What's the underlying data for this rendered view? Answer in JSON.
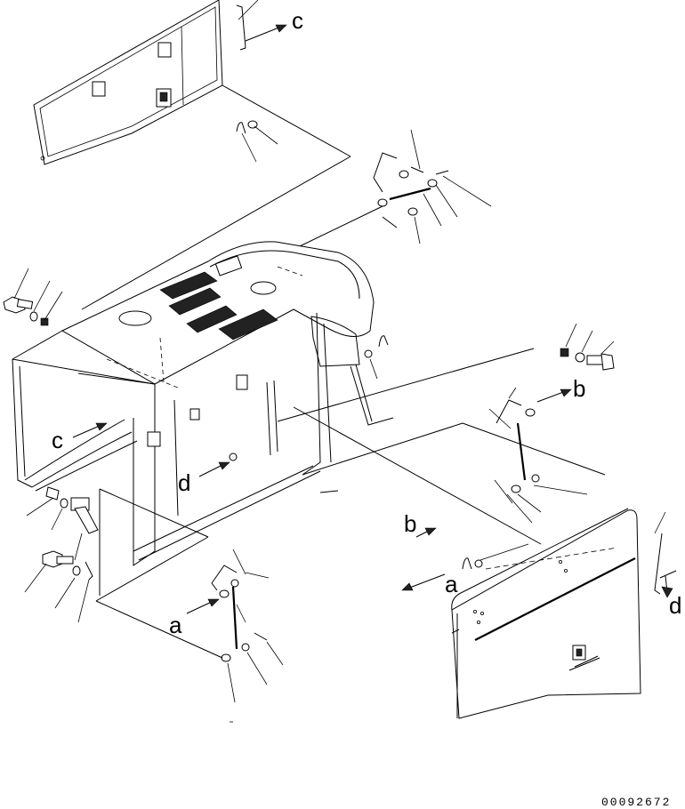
{
  "labels": {
    "c_top": "c",
    "c_left": "c",
    "b_right": "b",
    "b_panel": "b",
    "d_right": "d",
    "d_frame": "d",
    "a_panel": "a",
    "a_bottom": "a"
  },
  "drawing_number": "00092672"
}
